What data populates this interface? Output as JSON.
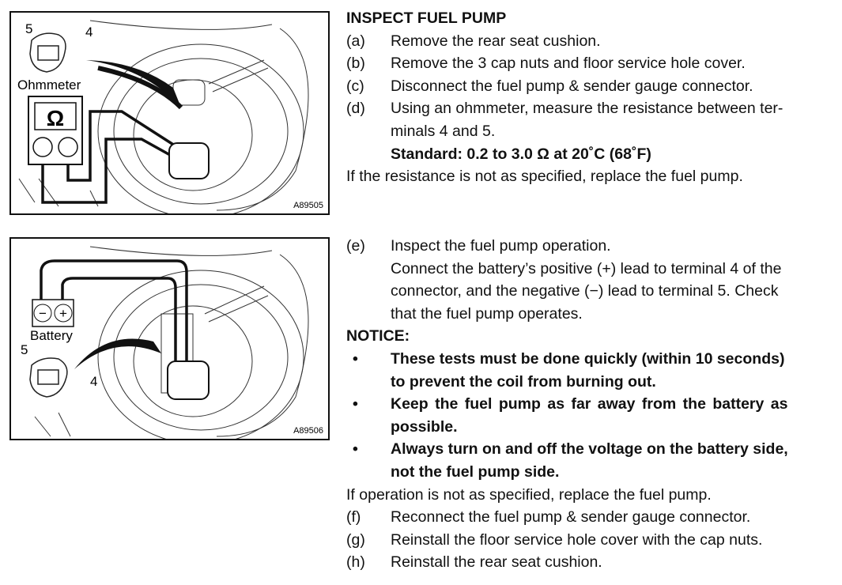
{
  "figure1": {
    "pin5": "5",
    "pin4": "4",
    "meter_label": "Ohmmeter",
    "meter_symbol": "Ω",
    "code": "A89505"
  },
  "figure2": {
    "pin5": "5",
    "pin4": "4",
    "battery_label": "Battery",
    "minus": "−",
    "plus": "+",
    "code": "A89506"
  },
  "section1": {
    "title": "INSPECT FUEL PUMP",
    "steps": [
      {
        "label": "(a)",
        "text": "Remove the rear seat cushion."
      },
      {
        "label": "(b)",
        "text": "Remove the 3 cap nuts and floor service hole cover."
      },
      {
        "label": "(c)",
        "text": "Disconnect the fuel pump & sender gauge connector."
      },
      {
        "label": "(d)",
        "text": "Using an ohmmeter, measure the resistance between ter-",
        "cont": "minals 4 and 5."
      }
    ],
    "standard": "Standard: 0.2 to 3.0 Ω at 20˚C (68˚F)",
    "note": "If the resistance is not as specified, replace the fuel pump."
  },
  "section2": {
    "step_e": {
      "label": "(e)",
      "text": "Inspect the fuel pump operation.",
      "lines": [
        "Connect the battery’s positive (+) lead to terminal 4 of the",
        "connector, and the negative (−) lead to terminal 5. Check",
        "that the fuel pump operates."
      ]
    },
    "notice_title": "NOTICE:",
    "bullet": "•",
    "notices": [
      [
        "These tests must be done quickly (within 10 seconds)",
        "to prevent the coil from burning out."
      ],
      [
        "Keep the fuel pump as far away from the battery as",
        "possible."
      ],
      [
        "Always turn on and off the voltage on the battery side,",
        "not the fuel pump side."
      ]
    ],
    "note": "If operation is not as specified, replace the fuel pump.",
    "steps": [
      {
        "label": "(f)",
        "text": "Reconnect the fuel pump & sender gauge connector."
      },
      {
        "label": "(g)",
        "text": "Reinstall the floor service hole cover with the cap nuts."
      },
      {
        "label": "(h)",
        "text": "Reinstall the rear seat cushion."
      }
    ]
  }
}
